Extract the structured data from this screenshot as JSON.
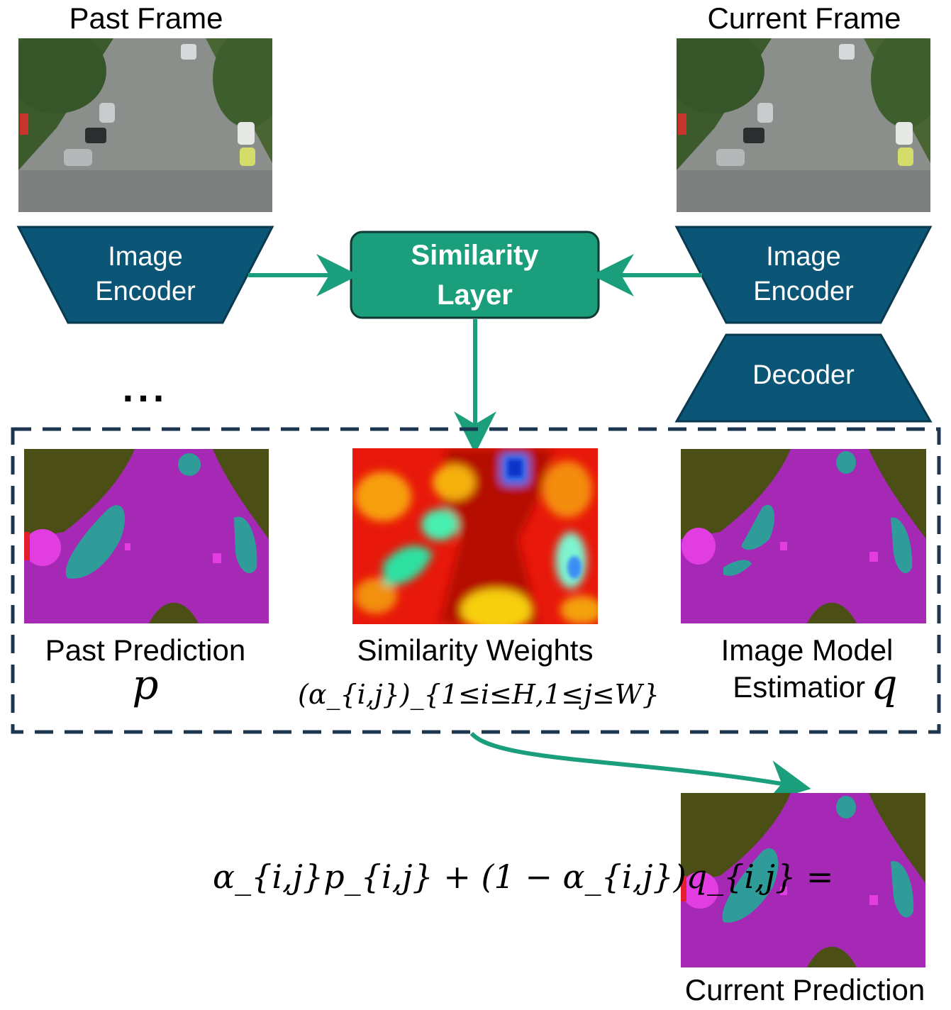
{
  "top": {
    "past_frame_title": "Past Frame",
    "current_frame_title": "Current Frame"
  },
  "encoders": {
    "past_encoder_label": [
      "Image",
      "Encoder"
    ],
    "current_encoder_label": [
      "Image",
      "Encoder"
    ],
    "decoder_label": "Decoder"
  },
  "similarity_layer": {
    "label": [
      "Similarity",
      "Layer"
    ]
  },
  "ellipsis": "...",
  "panels": {
    "past_prediction": {
      "title": "Past Prediction",
      "symbol": "p"
    },
    "similarity_weights": {
      "title": "Similarity Weights",
      "formula": "(α_{i,j})_{1≤i≤H,1≤j≤W}"
    },
    "image_model": {
      "title_line1": "Image Model",
      "title_line2": "Estimatior",
      "symbol": "q"
    }
  },
  "bottom": {
    "formula": "α_{i,j}p_{i,j} + (1 − α_{i,j})q_{i,j} =",
    "current_prediction_title": "Current Prediction"
  },
  "colors": {
    "encoder_fill": "#0b5576",
    "encoder_stroke": "#0a3a50",
    "similarity_fill": "#1a9e7b",
    "arrow": "#1a9e7b",
    "dashed_box": "#1d3650",
    "segmentation_vegetation": "#4b4f16",
    "segmentation_road": "#a629b6",
    "segmentation_car": "#2f9c9a",
    "segmentation_person": "#e23de0"
  },
  "icons": [
    "road-photo",
    "segmentation-map",
    "heatmap"
  ]
}
